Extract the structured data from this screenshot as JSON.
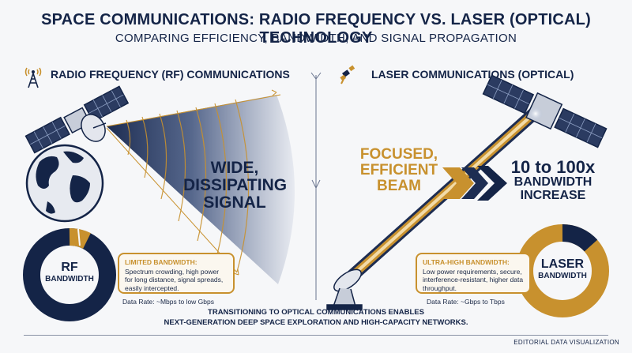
{
  "header": {
    "title": "SPACE COMMUNICATIONS: RADIO FREQUENCY VS. LASER (OPTICAL) TECHNOLOGY",
    "subtitle": "COMPARING EFFICIENCY, BANDWIDTH, AND SIGNAL PROPAGATION"
  },
  "rf": {
    "heading": "RADIO FREQUENCY (RF) COMMUNICATIONS",
    "signal_line1": "WIDE,",
    "signal_line2": "DISSIPATING",
    "signal_line3": "SIGNAL",
    "donut_label1": "RF",
    "donut_label2": "BANDWIDTH",
    "callout_head": "LIMITED BANDWIDTH:",
    "callout_text": "Spectrum crowding, high power for long distance, signal spreads, easily intercepted.",
    "data_rate": "Data Rate: ~Mbps to low Gbps"
  },
  "laser": {
    "heading": "LASER COMMUNICATIONS (OPTICAL)",
    "beam_line1": "FOCUSED,",
    "beam_line2": "EFFICIENT",
    "beam_line3": "BEAM",
    "increase_line1": "10 to 100x",
    "increase_line2": "BANDWIDTH",
    "increase_line3": "INCREASE",
    "donut_label1": "LASER",
    "donut_label2": "BANDWIDTH",
    "callout_head": "ULTRA-HIGH BANDWIDTH:",
    "callout_text": "Low power requirements, secure, interference-resistant, higher data throughput.",
    "data_rate": "Data Rate: ~Gbps to Tbps"
  },
  "footer": {
    "line1": "TRANSITIONING TO OPTICAL COMMUNICATIONS ENABLES",
    "line2": "NEXT-GENERATION DEEP SPACE EXPLORATION AND HIGH-CAPACITY NETWORKS.",
    "credit": "EDITORIAL DATA VISUALIZATION"
  },
  "colors": {
    "navy": "#142447",
    "gold": "#c8912e",
    "background": "#f6f7f9"
  },
  "icons": [
    "antenna-icon",
    "laser-satellite-icon"
  ]
}
